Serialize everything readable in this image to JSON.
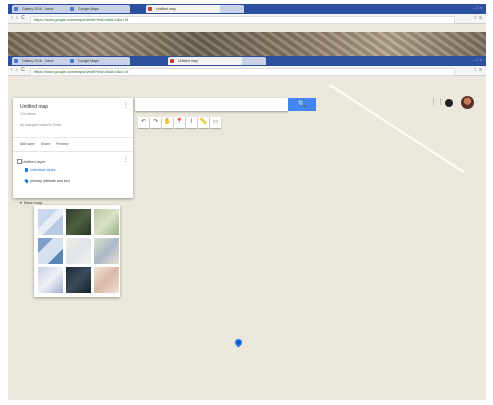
{
  "browser": {
    "tabs": [
      {
        "label": "Gallery 2016 - Inbox",
        "active": false
      },
      {
        "label": "Google Maps",
        "active": false
      },
      {
        "label": "Untitled map",
        "active": true
      },
      {
        "label": "",
        "active": false
      }
    ],
    "tab_close": "×",
    "url": "https://www.google.com/maps/d/edit?mid=zk&ll=0&z=14",
    "nav_glyphs": "‹ › C",
    "menu_glyph": "☆ ≡",
    "window_controls": "– □ ×"
  },
  "map": {
    "search_placeholder": "",
    "search_button_glyph": "🔍",
    "toolbar": [
      "↶",
      "↷",
      "✋",
      "📍",
      "⌇",
      "📏",
      "▭"
    ],
    "apps_glyph": "⋮⋮"
  },
  "panel": {
    "title": "Untitled map",
    "subtitle": "124 views",
    "changes": "All changes saved in Drive",
    "menu_glyph": "⋮",
    "actions": [
      "Add layer",
      "Share",
      "Preview"
    ],
    "layer_title": "Untitled layer",
    "layer_menu_glyph": "⋮",
    "layer_style": "Individual styles",
    "location": "primary (latitude and lon)"
  },
  "basemap": {
    "toggle_label": "Base map",
    "toggle_arrow": "▾"
  },
  "colors": {
    "accent": "#4285f4",
    "tab_bar": "#2c4fa0",
    "map_background": "#ebe7dc"
  }
}
